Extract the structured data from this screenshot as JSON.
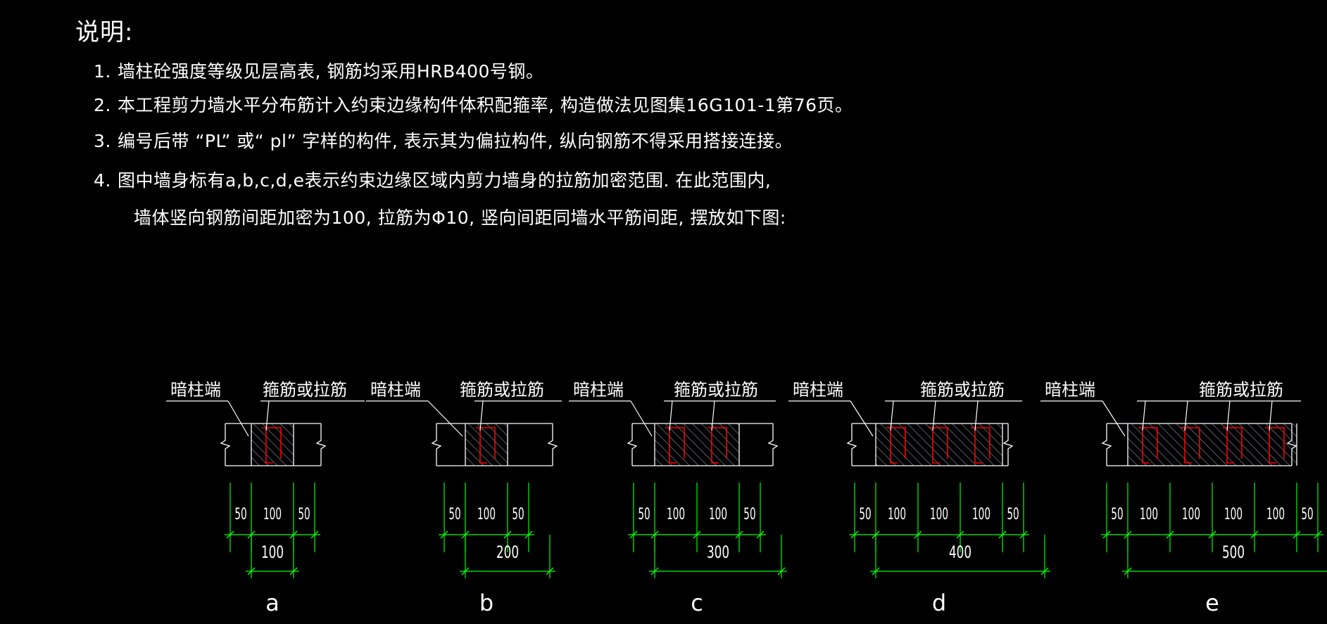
{
  "title": "说明:",
  "notes": [
    {
      "num": "1.",
      "text": "墙柱砼强度等级见层高表, 钢筋均采用HRB400号钢。"
    },
    {
      "num": "2.",
      "text": "本工程剪力墙水平分布筋计入约束边缘构件体积配箍率, 构造做法见图集16G101-1第76页。"
    },
    {
      "num": "3.",
      "text": "编号后带 “PL” 或“ pl” 字样的构件, 表示其为偏拉构件, 纵向钢筋不得采用搭接连接。"
    },
    {
      "num": "4.",
      "text": "图中墙身标有a,b,c,d,e表示约束边缘区域内剪力墙身的拉筋加密范围. 在此范围内,",
      "text2": "墙体竖向钢筋间距加密为100, 拉筋为Φ10, 竖向间距同墙水平筋间距, 摆放如下图:"
    }
  ],
  "details": [
    {
      "id": "a",
      "label_left": "暗柱端",
      "label_right": "箍筋或拉筋",
      "dims": [
        "50",
        "100",
        "50"
      ],
      "total": "100"
    },
    {
      "id": "b",
      "label_left": "暗柱端",
      "label_right": "箍筋或拉筋",
      "dims": [
        "50",
        "100",
        "50"
      ],
      "total": "200"
    },
    {
      "id": "c",
      "label_left": "暗柱端",
      "label_right": "箍筋或拉筋",
      "dims": [
        "50",
        "100",
        "100",
        "50"
      ],
      "total": "300"
    },
    {
      "id": "d",
      "label_left": "暗柱端",
      "label_right": "箍筋或拉筋",
      "dims": [
        "50",
        "100",
        "100",
        "100",
        "50"
      ],
      "total": "400"
    },
    {
      "id": "e",
      "label_left": "暗柱端",
      "label_right": "箍筋或拉筋",
      "dims": [
        "50",
        "100",
        "100",
        "100",
        "100",
        "50"
      ],
      "total": "500"
    }
  ],
  "colors": {
    "background": "#000000",
    "text": "#ffffff",
    "wall": "#ffffff",
    "rebar": "#ff0000",
    "dimension": "#00ff00",
    "hatch": "#8a8aa8"
  }
}
